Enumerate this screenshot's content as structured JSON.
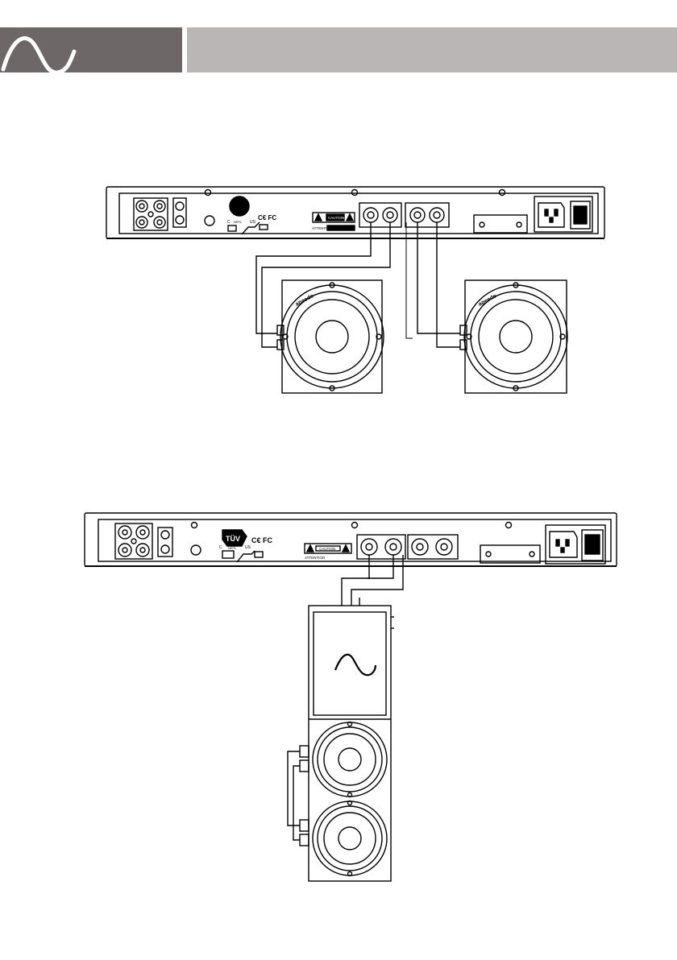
{
  "header": {
    "logo_icon": "sine-wave-icon",
    "colors": {
      "logo_block": "#6d6768",
      "bar": "#bab6b5",
      "wave": "#ffffff"
    }
  },
  "amp_top": {
    "certifications": "C€ FC",
    "cert_mark_left": "C",
    "cert_mark_right": "US",
    "cert_mark_bottom": "NRTL",
    "attention": "ATTENTION",
    "caution": "CAUTION"
  },
  "speaker_left": {
    "brand": "apeede"
  },
  "speaker_right": {
    "brand": "apeede"
  },
  "amp_bottom": {
    "tuv": "TÜV",
    "certifications": "C€ FC",
    "cert_mark_left": "C",
    "cert_mark_right": "US",
    "cert_mark_bottom": "NRTL",
    "attention": "ATTENTION",
    "caution": "CAUTION"
  },
  "tower_speaker": {
    "logo_icon": "sine-wave-icon"
  }
}
